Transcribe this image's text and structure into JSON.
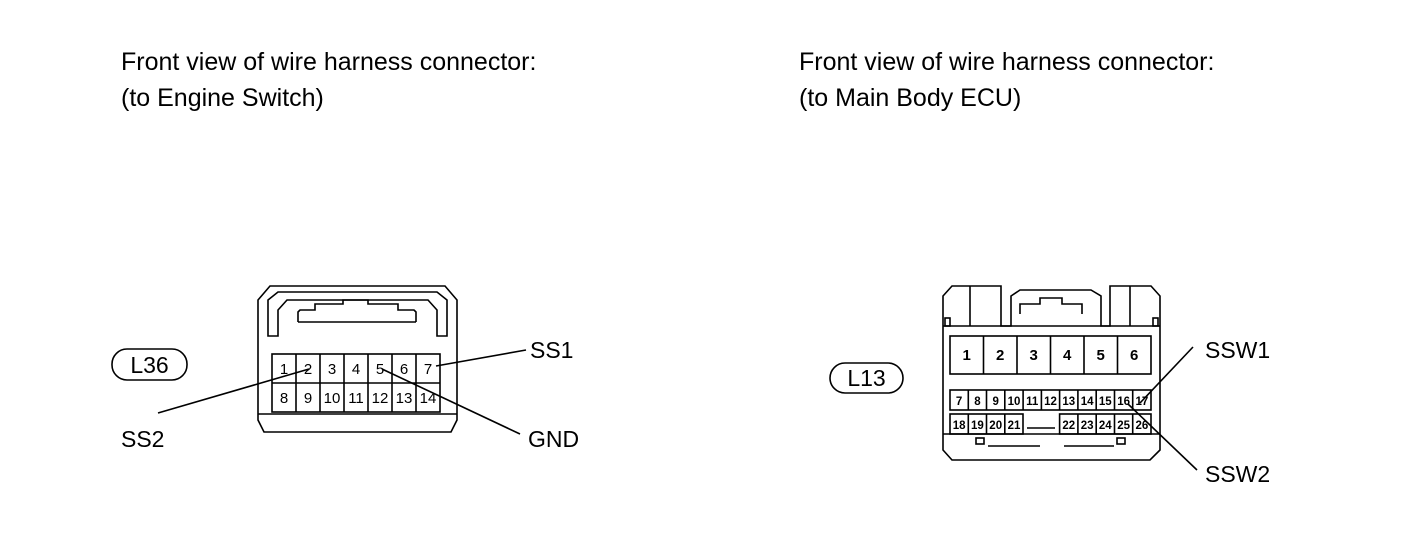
{
  "left_connector": {
    "title_line1": "Front view of wire harness connector:",
    "title_line2": "(to Engine Switch)",
    "tag": "L36",
    "pins_row1": [
      "1",
      "2",
      "3",
      "4",
      "5",
      "6",
      "7"
    ],
    "pins_row2": [
      "8",
      "9",
      "10",
      "11",
      "12",
      "13",
      "14"
    ],
    "wires": {
      "ss1": "SS1",
      "ss2": "SS2",
      "gnd": "GND"
    }
  },
  "right_connector": {
    "title_line1": "Front view of wire harness connector:",
    "title_line2": "(to Main Body ECU)",
    "tag": "L13",
    "pins_row1": [
      "1",
      "2",
      "3",
      "4",
      "5",
      "6"
    ],
    "pins_row2": [
      "7",
      "8",
      "9",
      "10",
      "11",
      "12",
      "13",
      "14",
      "15",
      "16",
      "17"
    ],
    "pins_row3_left": [
      "18",
      "19",
      "20",
      "21"
    ],
    "pins_row3_right": [
      "22",
      "23",
      "24",
      "25",
      "26"
    ],
    "wires": {
      "ssw1": "SSW1",
      "ssw2": "SSW2"
    }
  }
}
